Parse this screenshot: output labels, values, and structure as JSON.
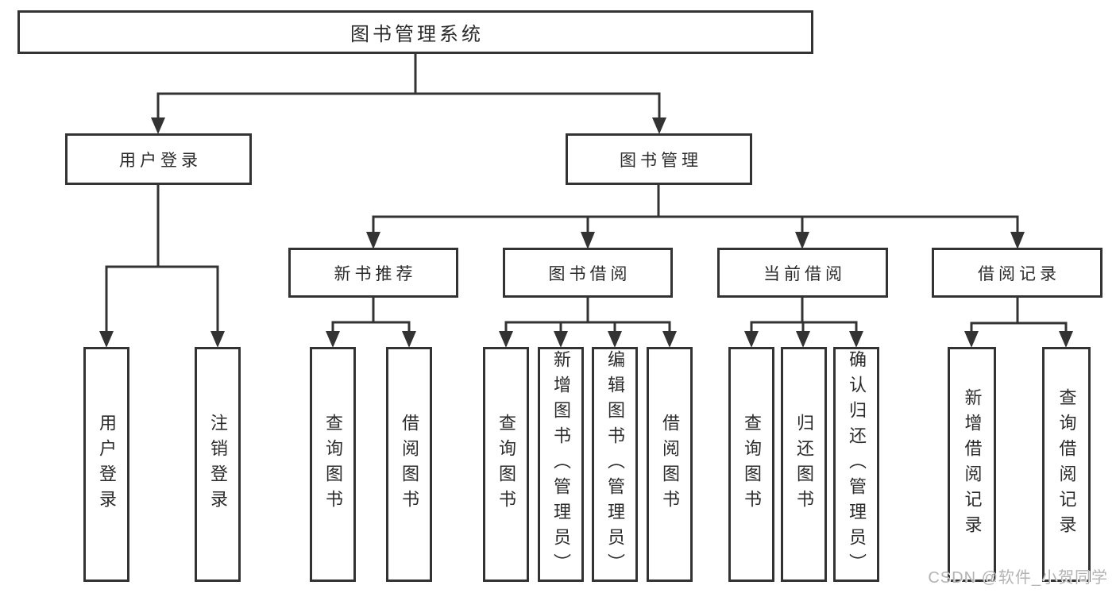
{
  "diagram_title": "图书管理系统",
  "watermark": "CSDN @软件_小贺同学",
  "colors": {
    "line": "#333333",
    "box_border": "#333333",
    "box_background": "#ffffff",
    "text": "#2b2b2b",
    "watermark": "#b3b3b3",
    "background": "#ffffff"
  },
  "nodes": {
    "root": {
      "label": "图书管理系统"
    },
    "level2": [
      {
        "label": "用户登录"
      },
      {
        "label": "图书管理"
      }
    ],
    "level3": [
      {
        "label": "新书推荐"
      },
      {
        "label": "图书借阅"
      },
      {
        "label": "当前借阅"
      },
      {
        "label": "借阅记录"
      }
    ],
    "leaves": {
      "user_login": [
        {
          "label": "用户登录"
        },
        {
          "label": "注销登录"
        }
      ],
      "new_book_recommend": [
        {
          "label": "查询图书"
        },
        {
          "label": "借阅图书"
        }
      ],
      "book_borrow": [
        {
          "label": "查询图书"
        },
        {
          "label": "新增图书（管理员）"
        },
        {
          "label": "编辑图书（管理员）"
        },
        {
          "label": "借阅图书"
        }
      ],
      "current_borrow": [
        {
          "label": "查询图书"
        },
        {
          "label": "归还图书"
        },
        {
          "label": "确认归还（管理员）"
        }
      ],
      "borrow_record": [
        {
          "label": "新增借阅记录"
        },
        {
          "label": "查询借阅记录"
        }
      ]
    }
  }
}
